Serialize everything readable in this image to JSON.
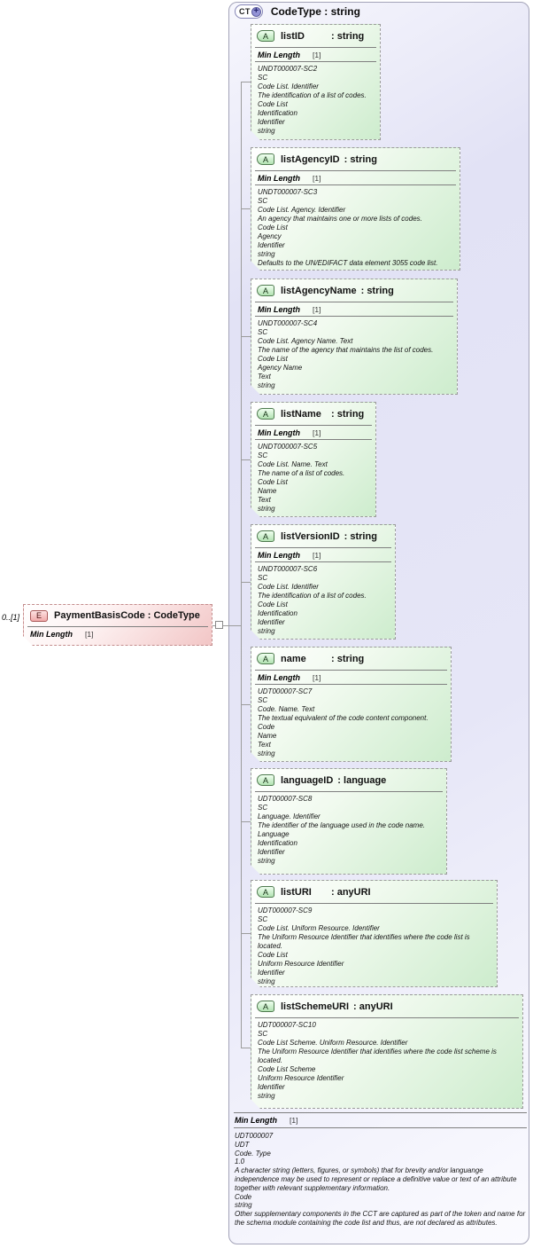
{
  "colors": {
    "complex_type_fill": "#e3e3f6",
    "attribute_fill": "#cdeccd",
    "attribute_border": "#9b9b9b",
    "element_fill": "#f2c6c6",
    "badge_attribute_green": "#b2e2b2",
    "badge_element_pink": "#f2aaaa",
    "badge_ct_circle_purple": "#9393d6"
  },
  "element": {
    "badge": "E",
    "cardinality": "0..[1]",
    "title": "PaymentBasisCode : CodeType",
    "facet": {
      "name": "Min Length",
      "value": "[1]"
    }
  },
  "complex_type": {
    "badge": "CT",
    "plus": "+",
    "title": "CodeType : string",
    "attributes": [
      {
        "badge": "A",
        "name": "listID",
        "type": ": string",
        "facet": {
          "name": "Min Length",
          "value": "[1]"
        },
        "annotations": [
          "UNDT000007-SC2",
          "SC",
          "Code List. Identifier",
          "The identification of a list of codes.",
          "Code List",
          "Identification",
          "Identifier",
          "string"
        ]
      },
      {
        "badge": "A",
        "name": "listAgencyID",
        "type": ": string",
        "facet": {
          "name": "Min Length",
          "value": "[1]"
        },
        "annotations": [
          "UNDT000007-SC3",
          "SC",
          "Code List. Agency. Identifier",
          "An agency that maintains one or more lists of codes.",
          "Code List",
          "Agency",
          "Identifier",
          "string",
          "Defaults to the UN/EDIFACT data element 3055 code list."
        ]
      },
      {
        "badge": "A",
        "name": "listAgencyName",
        "type": ": string",
        "facet": {
          "name": "Min Length",
          "value": "[1]"
        },
        "annotations": [
          "UNDT000007-SC4",
          "SC",
          "Code List. Agency Name. Text",
          "The name of the agency that maintains the list of codes.",
          "Code List",
          "Agency Name",
          "Text",
          "string"
        ]
      },
      {
        "badge": "A",
        "name": "listName",
        "type": ": string",
        "facet": {
          "name": "Min Length",
          "value": "[1]"
        },
        "annotations": [
          "UNDT000007-SC5",
          "SC",
          "Code List. Name. Text",
          "The name of a list of codes.",
          "Code List",
          "Name",
          "Text",
          "string"
        ]
      },
      {
        "badge": "A",
        "name": "listVersionID",
        "type": ": string",
        "facet": {
          "name": "Min Length",
          "value": "[1]"
        },
        "annotations": [
          "UNDT000007-SC6",
          "SC",
          "Code List. Identifier",
          "The identification of a list of codes.",
          "Code List",
          "Identification",
          "Identifier",
          "string"
        ]
      },
      {
        "badge": "A",
        "name": "name",
        "type": ": string",
        "facet": {
          "name": "Min Length",
          "value": "[1]"
        },
        "annotations": [
          "UDT000007-SC7",
          "SC",
          "Code. Name. Text",
          "The textual equivalent of the code content component.",
          "Code",
          "Name",
          "Text",
          "string"
        ]
      },
      {
        "badge": "A",
        "name": "languageID",
        "type": ": language",
        "annotations": [
          "UDT000007-SC8",
          "SC",
          "Language. Identifier",
          "The identifier of the language used in the code name.",
          "Language",
          "Identification",
          "Identifier",
          "string"
        ]
      },
      {
        "badge": "A",
        "name": "listURI",
        "type": ": anyURI",
        "annotations": [
          "UDT000007-SC9",
          "SC",
          "Code List. Uniform Resource. Identifier",
          "The Uniform Resource Identifier that identifies where the code list is located.",
          "Code List",
          "Uniform Resource Identifier",
          "Identifier",
          "string"
        ]
      },
      {
        "badge": "A",
        "name": "listSchemeURI",
        "type": ": anyURI",
        "annotations": [
          "UDT000007-SC10",
          "SC",
          "Code List Scheme. Uniform Resource. Identifier",
          "The Uniform Resource Identifier that identifies where the code list scheme is located.",
          "Code List Scheme",
          "Uniform Resource Identifier",
          "Identifier",
          "string"
        ]
      }
    ],
    "facet": {
      "name": "Min Length",
      "value": "[1]"
    },
    "annotations": [
      "UDT000007",
      "UDT",
      "Code. Type",
      "1.0",
      "A character string (letters, figures, or symbols) that for brevity and/or languange independence may be used to represent or replace a definitive value or text of an attribute together with relevant supplementary information.",
      "Code",
      "string",
      "Other supplementary components in the CCT are captured as part of the token and name for the schema module containing the code list and thus, are not declared as attributes."
    ]
  }
}
